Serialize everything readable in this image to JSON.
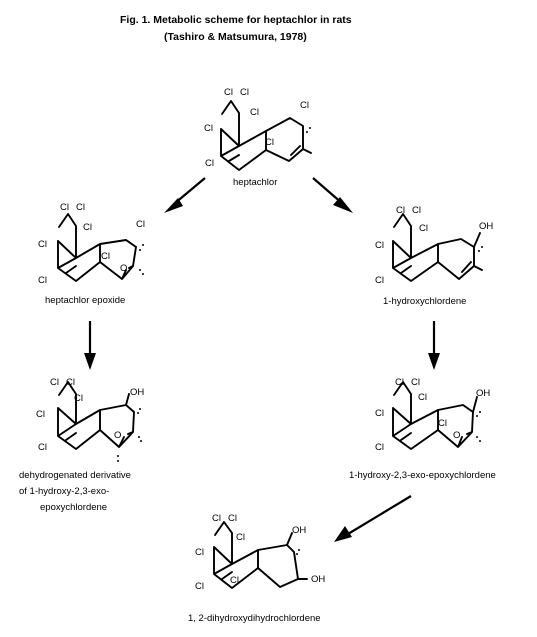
{
  "figure": {
    "title_line1": "Fig. 1.  Metabolic scheme for heptachlor in rats",
    "title_line2": "(Tashiro & Matsumura, 1978)"
  },
  "compounds": {
    "heptachlor": {
      "caption": [
        "heptachlor"
      ],
      "labels": {
        "cl_bridge_a": "Cl",
        "cl_bridge_b": "Cl",
        "cl_top": "Cl",
        "cl_mid": "Cl",
        "cl_left_upper": "Cl",
        "cl_left_lower": "Cl",
        "cl_right": "Cl"
      }
    },
    "heptachlor_epoxide": {
      "caption": [
        "heptachlor epoxide"
      ],
      "labels": {
        "cl_bridge_a": "Cl",
        "cl_bridge_b": "Cl",
        "cl_top": "Cl",
        "cl_mid": "Cl",
        "cl_left_upper": "Cl",
        "cl_left_lower": "Cl",
        "cl_right": "Cl",
        "oxygen": "O"
      }
    },
    "hydroxychlordene": {
      "caption": [
        "1-hydroxychlordene"
      ],
      "labels": {
        "cl_bridge_a": "Cl",
        "cl_bridge_b": "Cl",
        "cl_top": "Cl",
        "cl_left_upper": "Cl",
        "cl_left_lower": "Cl",
        "hydroxyl": "OH"
      }
    },
    "dehydrogenated_derivative": {
      "caption": [
        "dehydrogenated derivative",
        "of 1-hydroxy-2,3-exo-",
        "epoxychlordene"
      ],
      "labels": {
        "cl_bridge_a": "Cl",
        "cl_bridge_b": "Cl",
        "cl_top": "Cl",
        "cl_left_upper": "Cl",
        "cl_left_lower": "Cl",
        "hydroxyl": "OH",
        "oxygen": "O"
      }
    },
    "hydroxy_epoxychlordene": {
      "caption": [
        "1-hydroxy-2,3-exo-epoxychlordene"
      ],
      "labels": {
        "cl_bridge_a": "Cl",
        "cl_bridge_b": "Cl",
        "cl_top": "Cl",
        "cl_mid": "Cl",
        "cl_left_upper": "Cl",
        "cl_left_lower": "Cl",
        "hydroxyl": "OH",
        "oxygen": "O"
      }
    },
    "dihydroxydihydrochlordene": {
      "caption": [
        "1, 2-dihydroxydihydrochlordene"
      ],
      "labels": {
        "cl_bridge_a": "Cl",
        "cl_bridge_b": "Cl",
        "cl_top": "Cl",
        "cl_mid": "Cl",
        "cl_left_upper": "Cl",
        "cl_left_lower": "Cl",
        "hydroxyl_top": "OH",
        "hydroxyl_bottom": "OH"
      }
    }
  },
  "reactions": [
    {
      "from": "heptachlor",
      "to": "heptachlor_epoxide"
    },
    {
      "from": "heptachlor",
      "to": "hydroxychlordene"
    },
    {
      "from": "heptachlor_epoxide",
      "to": "dehydrogenated_derivative"
    },
    {
      "from": "hydroxychlordene",
      "to": "hydroxy_epoxychlordene"
    },
    {
      "from": "hydroxy_epoxychlordene",
      "to": "dihydroxydihydrochlordene"
    }
  ]
}
